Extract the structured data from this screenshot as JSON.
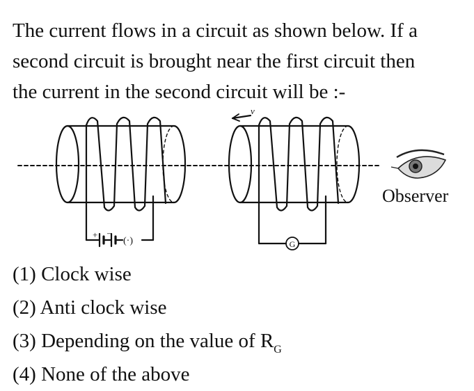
{
  "question": {
    "line1": "The current flows in a circuit as shown below. If a",
    "line2": "second circuit is brought near the first circuit then",
    "line3": "the current in the second circuit will be :-"
  },
  "figure": {
    "observer_label": "Observer",
    "velocity_label": "v",
    "galvanometer_label": "G",
    "battery_plus": "+",
    "battery_minus": "–",
    "key_label": "(·)"
  },
  "options": [
    {
      "label": "(1) Clock wise"
    },
    {
      "label": "(2) Anti clock wise"
    },
    {
      "label": "(3) Depending on the value of R",
      "subscript": "G"
    },
    {
      "label": "(4) None of the above"
    }
  ]
}
